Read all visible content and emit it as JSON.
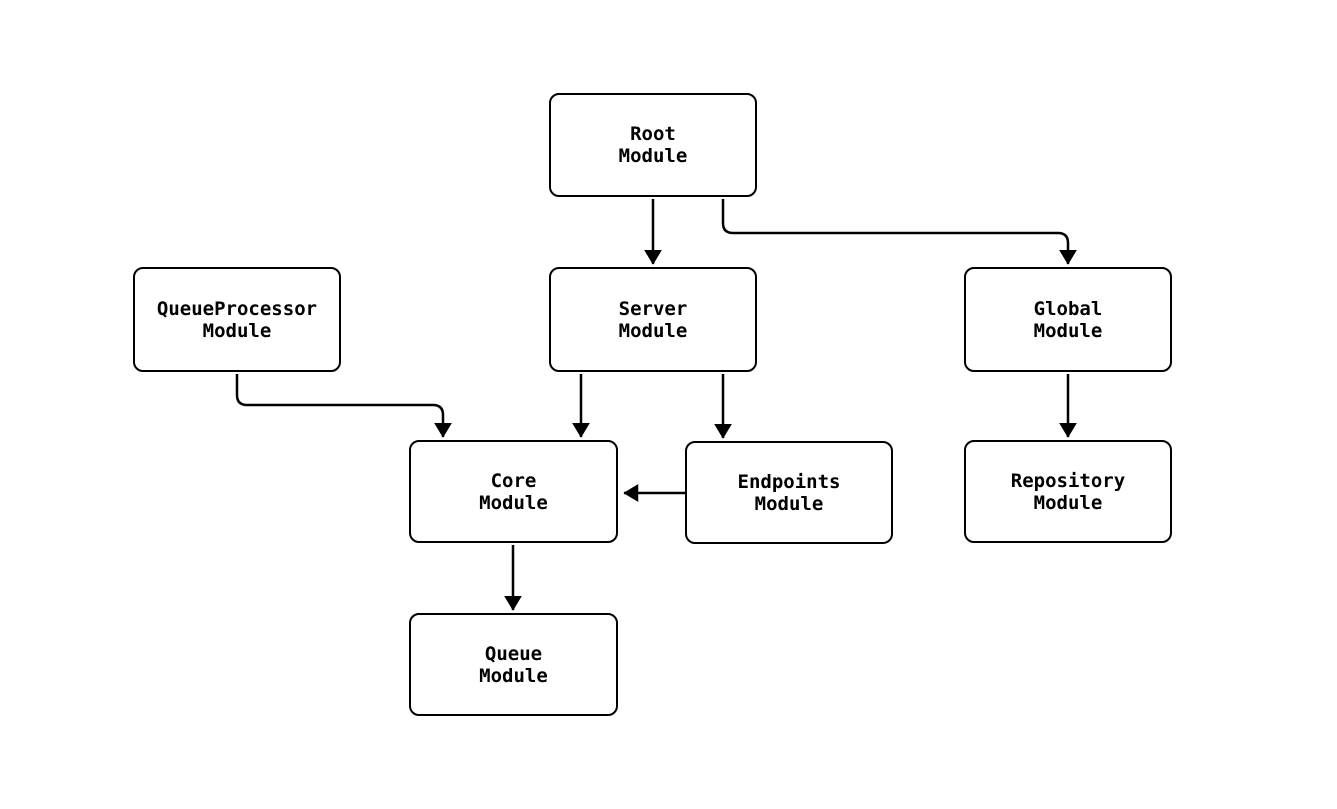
{
  "diagram": {
    "type": "module-dependency-graph",
    "background_color": "#ffffff",
    "stroke_color": "#000000",
    "text_color": "#000000",
    "nodes": {
      "root": {
        "label": "Root\nModule"
      },
      "server": {
        "label": "Server\nModule"
      },
      "queue_processor": {
        "label": "QueueProcessor\nModule"
      },
      "global": {
        "label": "Global\nModule"
      },
      "core": {
        "label": "Core\nModule"
      },
      "endpoints": {
        "label": "Endpoints\nModule"
      },
      "repository": {
        "label": "Repository\nModule"
      },
      "queue": {
        "label": "Queue\nModule"
      }
    },
    "edges": [
      {
        "from": "Root Module",
        "to": "Server Module"
      },
      {
        "from": "Root Module",
        "to": "Global Module"
      },
      {
        "from": "Server Module",
        "to": "Core Module"
      },
      {
        "from": "Server Module",
        "to": "Endpoints Module"
      },
      {
        "from": "QueueProcessor Module",
        "to": "Core Module"
      },
      {
        "from": "Endpoints Module",
        "to": "Core Module"
      },
      {
        "from": "Global Module",
        "to": "Repository Module"
      },
      {
        "from": "Core Module",
        "to": "Queue Module"
      }
    ]
  }
}
